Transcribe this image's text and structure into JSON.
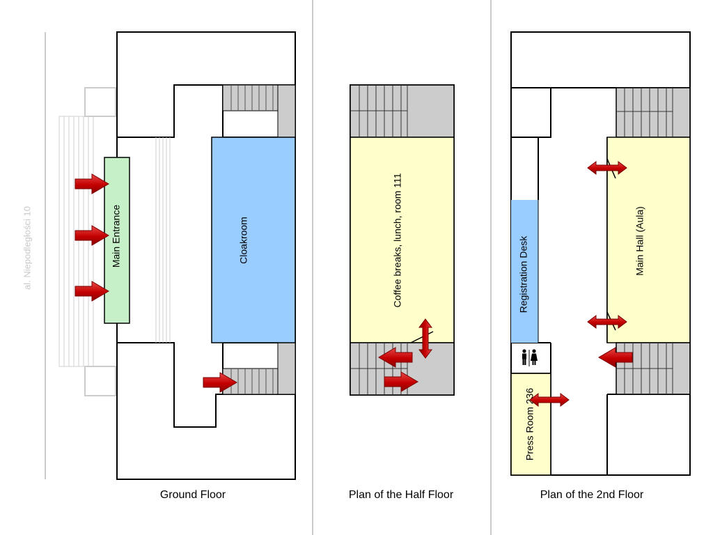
{
  "street": {
    "label": "al. Niepodległości 10"
  },
  "floors": [
    {
      "caption": "Ground Floor"
    },
    {
      "caption": "Plan of the Half Floor"
    },
    {
      "caption": "Plan of the 2nd Floor"
    }
  ],
  "rooms": {
    "main_entrance": "Main Entrance",
    "cloakroom": "Cloakroom",
    "coffee": "Coffee breaks, lunch, room 111",
    "registration": "Registration Desk",
    "main_hall": "Main Hall (Aula)",
    "press_room": "Press Room 236"
  },
  "icons": {
    "arrow": "red-arrow-icon",
    "restroom": "restroom-icon"
  },
  "colors": {
    "entrance": "#c5f0c8",
    "cloakroom": "#99ccff",
    "event_room": "#ffffcc",
    "stairs": "#cccccc",
    "arrow": "#cc0000",
    "walls": "#000000"
  }
}
